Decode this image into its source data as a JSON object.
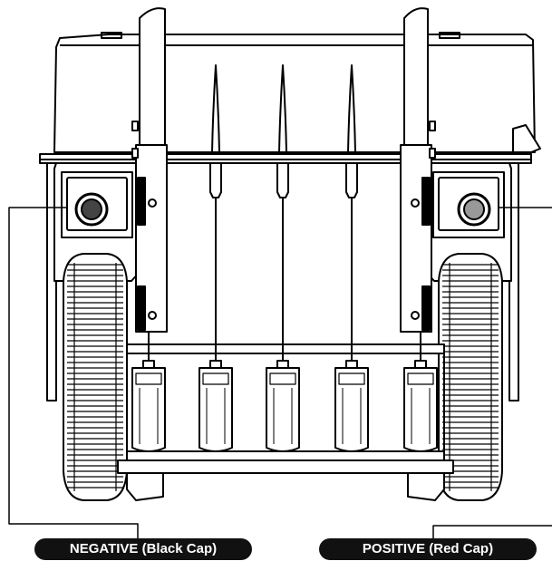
{
  "labels": {
    "negative": "NEGATIVE (Black Cap)",
    "positive": "POSITIVE (Red Cap)"
  },
  "parts": {
    "negative_cap": {
      "icon": "black-cap-icon",
      "color": "#444444"
    },
    "positive_cap": {
      "icon": "red-cap-icon",
      "color": "#999999"
    },
    "pointers": {
      "color": "#000000"
    }
  },
  "pen_count": 5,
  "colors": {
    "outline": "#000000",
    "fill": "#ffffff",
    "label_bg": "#111111",
    "label_text": "#ffffff"
  }
}
